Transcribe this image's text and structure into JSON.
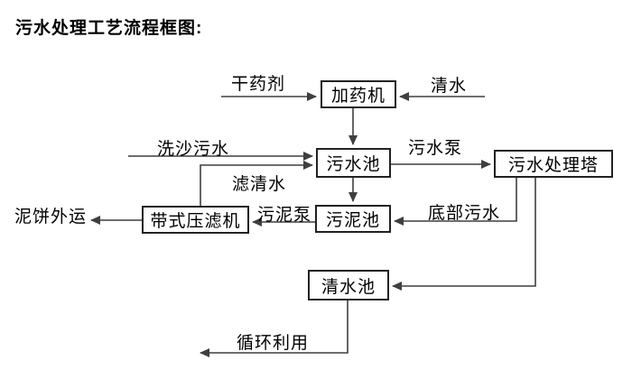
{
  "title": "污水处理工艺流程框图:",
  "diagram": {
    "nodes": {
      "dosing_machine": {
        "label": "加药机"
      },
      "sewage_pool": {
        "label": "污水池"
      },
      "treatment_tower": {
        "label": "污水处理塔"
      },
      "sludge_pool": {
        "label": "污泥池"
      },
      "belt_filter_press": {
        "label": "带式压滤机"
      },
      "clean_water_pool": {
        "label": "清水池"
      }
    },
    "edge_labels": {
      "dry_chemical": "干药剂",
      "clean_water_in": "清水",
      "sand_washing_sewage": "洗沙污水",
      "sewage_pump": "污水泵",
      "filtered_water": "滤清水",
      "sludge_pump": "污泥泵",
      "bottom_sewage": "底部污水",
      "mud_cake_out": "泥饼外运",
      "recycling": "循环利用"
    },
    "edges": [
      {
        "from": "干药剂(外部)",
        "to": "加药机",
        "label": "干药剂"
      },
      {
        "from": "清水(外部)",
        "to": "加药机",
        "label": "清水"
      },
      {
        "from": "加药机",
        "to": "污水池",
        "label": ""
      },
      {
        "from": "洗沙污水(外部)",
        "to": "污水池",
        "label": "洗沙污水"
      },
      {
        "from": "带式压滤机",
        "to": "污水池",
        "label": "滤清水"
      },
      {
        "from": "污水池",
        "to": "污水处理塔",
        "label": "污水泵"
      },
      {
        "from": "污水池",
        "to": "污泥池",
        "label": ""
      },
      {
        "from": "污水处理塔",
        "to": "污泥池",
        "label": "底部污水"
      },
      {
        "from": "污泥池",
        "to": "带式压滤机",
        "label": "污泥泵"
      },
      {
        "from": "带式压滤机",
        "to": "泥饼外运(外部)",
        "label": "泥饼外运"
      },
      {
        "from": "污水处理塔",
        "to": "清水池",
        "label": ""
      },
      {
        "from": "清水池",
        "to": "循环利用(外部)",
        "label": "循环利用"
      }
    ],
    "colors": {
      "line": "#3f3f3f",
      "box_border": "#222222",
      "text": "#000000",
      "background": "#ffffff"
    }
  }
}
